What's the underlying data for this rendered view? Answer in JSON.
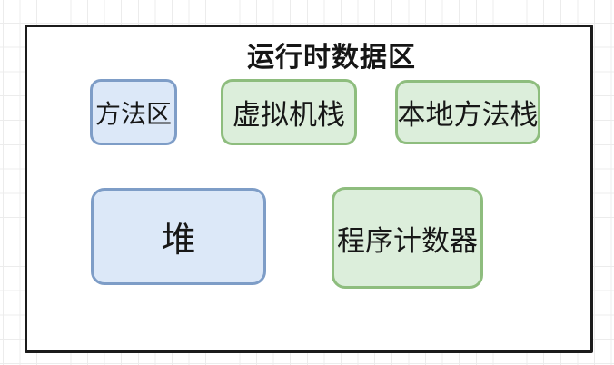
{
  "diagram": {
    "title": "运行时数据区",
    "nodes": [
      {
        "id": "method-area",
        "label": "方法区",
        "color": "blue"
      },
      {
        "id": "vm-stack",
        "label": "虚拟机栈",
        "color": "green"
      },
      {
        "id": "native-method-stack",
        "label": "本地方法栈",
        "color": "green"
      },
      {
        "id": "heap",
        "label": "堆",
        "color": "blue"
      },
      {
        "id": "program-counter",
        "label": "程序计数器",
        "color": "green"
      }
    ],
    "colors": {
      "blue_fill": "#dce8f8",
      "blue_border": "#7e9dc7",
      "green_fill": "#dceedb",
      "green_border": "#8ebd7e",
      "outline": "#1b1b1b",
      "grid_line": "#ececec",
      "text": "#171717"
    }
  }
}
